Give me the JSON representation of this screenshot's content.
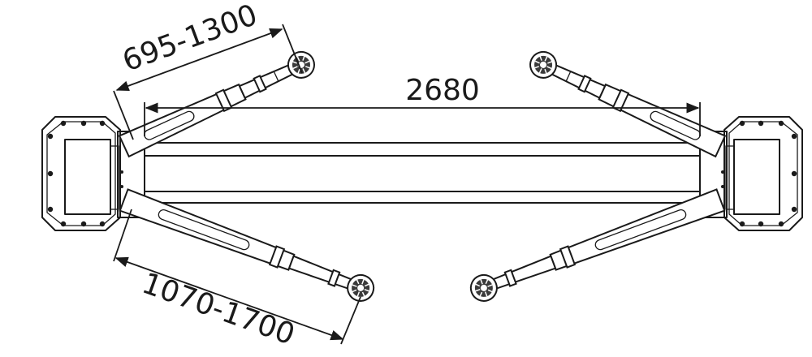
{
  "dimensions": {
    "top_left_arm_range": "695-1300",
    "span_between_columns": "2680",
    "bottom_left_arm_range": "1070-1700"
  }
}
